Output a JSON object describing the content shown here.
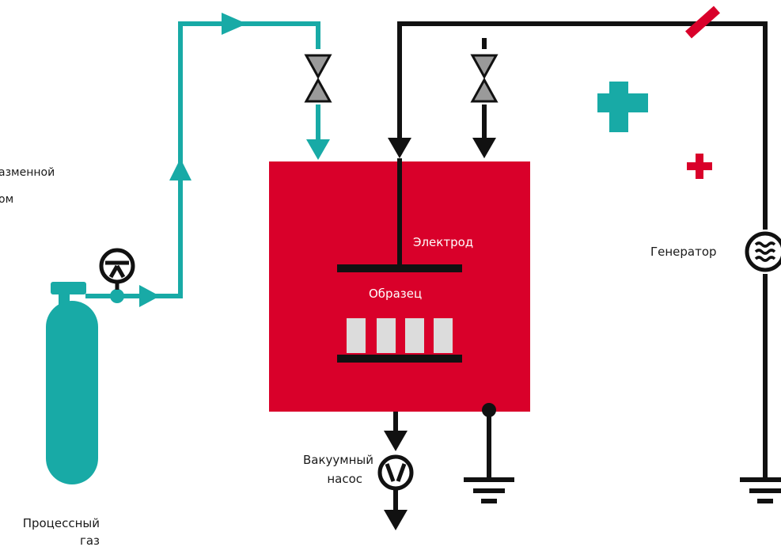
{
  "labels": {
    "plasma_line1": "азменной",
    "plasma_line2": "ом",
    "electrode": "Электрод",
    "sample": "Образец",
    "generator": "Генератор",
    "vacuum_pump_line1": "Вакуумный",
    "vacuum_pump_line2": "насос",
    "process_gas_line1": "Процессный",
    "process_gas_line2": "газ"
  },
  "colors": {
    "gas_line": "#18aaa6",
    "chamber": "#d9002a",
    "wire": "#111111",
    "valve": "#9a9a9a",
    "sample": "#dcdcdc",
    "plus_large": "#18aaa6",
    "plus_small": "#d9002a"
  },
  "icons": {
    "regulator": "pressure-regulator-icon",
    "vacuum_pump": "vacuum-pump-icon",
    "generator": "rf-generator-icon",
    "ground": "ground-icon",
    "valve": "valve-icon"
  }
}
